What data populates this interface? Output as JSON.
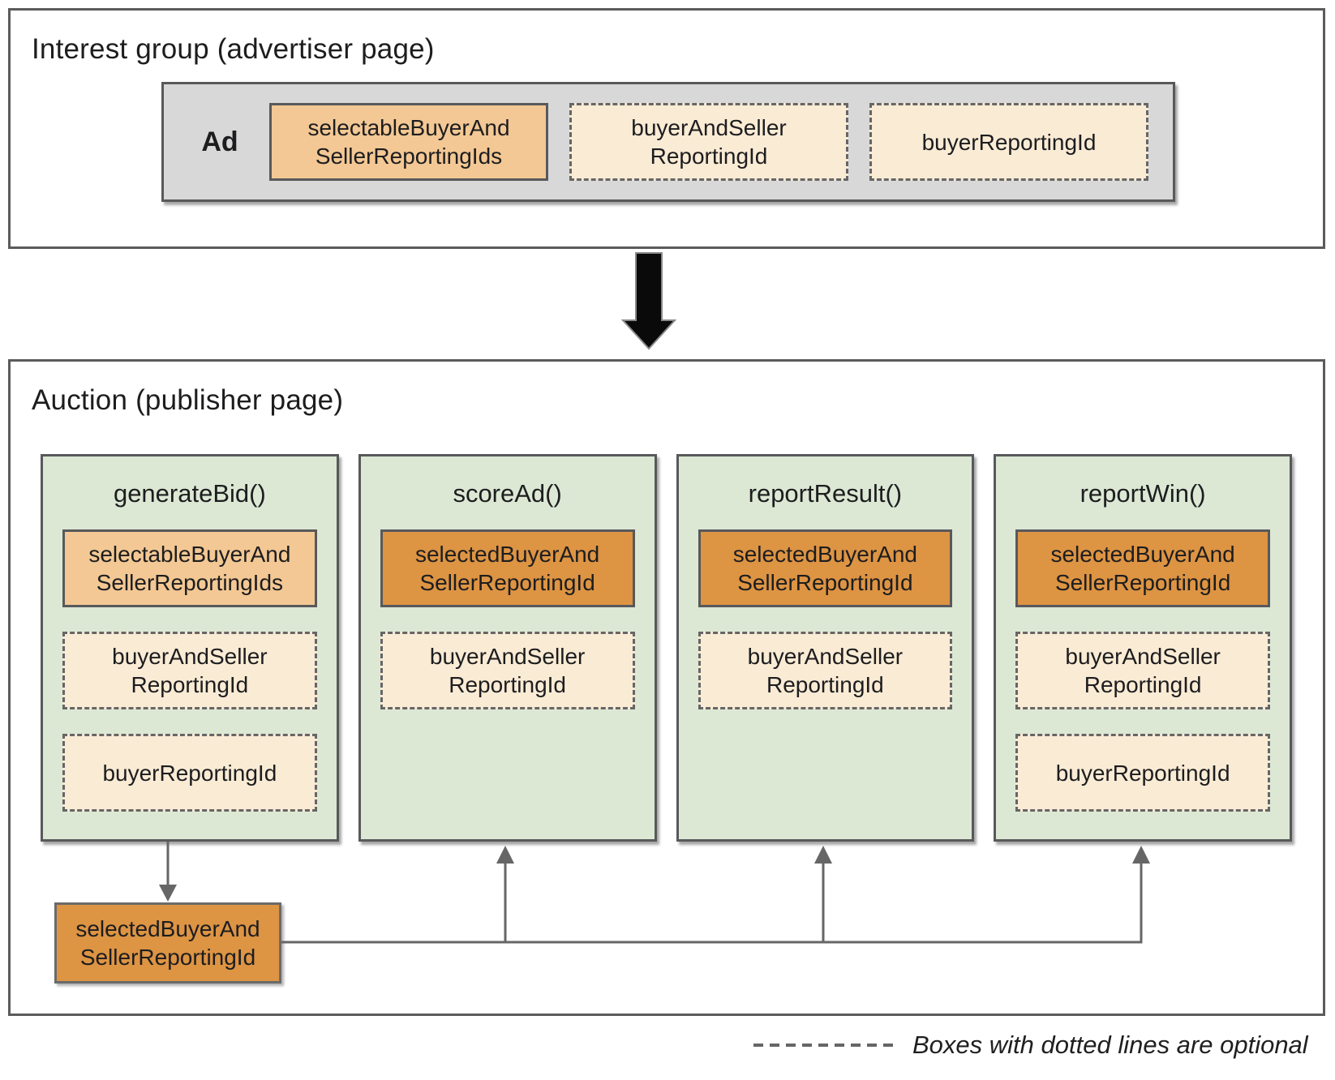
{
  "colors": {
    "outer_border": "#5b5b5b",
    "box_border": "#58595b",
    "ad_container_fill": "#d8d8d8",
    "column_fill": "#dce8d4",
    "solid_light_fill": "#f3c894",
    "solid_dark_fill": "#dd9443",
    "dashed_fill": "#faebd5",
    "dashed_border": "#666666",
    "connector": "#666666",
    "flow_arrow": "#0a0a0a",
    "text": "#1d1d1f"
  },
  "interest_group": {
    "title": "Interest group (advertiser page)",
    "ad_label": "Ad",
    "boxes": [
      {
        "label": "selectableBuyerAnd\nSellerReportingIds",
        "optional": false
      },
      {
        "label": "buyerAndSeller\nReportingId",
        "optional": true
      },
      {
        "label": "buyerReportingId",
        "optional": true
      }
    ]
  },
  "auction": {
    "title": "Auction (publisher page)",
    "columns": [
      {
        "title": "generateBid()",
        "boxes": [
          {
            "label": "selectableBuyerAnd\nSellerReportingIds",
            "optional": false
          },
          {
            "label": "buyerAndSeller\nReportingId",
            "optional": true
          },
          {
            "label": "buyerReportingId",
            "optional": true
          }
        ]
      },
      {
        "title": "scoreAd()",
        "boxes": [
          {
            "label": "selectedBuyerAnd\nSellerReportingId",
            "optional": false
          },
          {
            "label": "buyerAndSeller\nReportingId",
            "optional": true
          }
        ]
      },
      {
        "title": "reportResult()",
        "boxes": [
          {
            "label": "selectedBuyerAnd\nSellerReportingId",
            "optional": false
          },
          {
            "label": "buyerAndSeller\nReportingId",
            "optional": true
          }
        ]
      },
      {
        "title": "reportWin()",
        "boxes": [
          {
            "label": "selectedBuyerAnd\nSellerReportingId",
            "optional": false
          },
          {
            "label": "buyerAndSeller\nReportingId",
            "optional": true
          },
          {
            "label": "buyerReportingId",
            "optional": true
          }
        ]
      }
    ],
    "selected_output": {
      "label": "selectedBuyerAnd\nSellerReportingId"
    }
  },
  "legend": {
    "text": "Boxes with dotted lines are optional"
  }
}
